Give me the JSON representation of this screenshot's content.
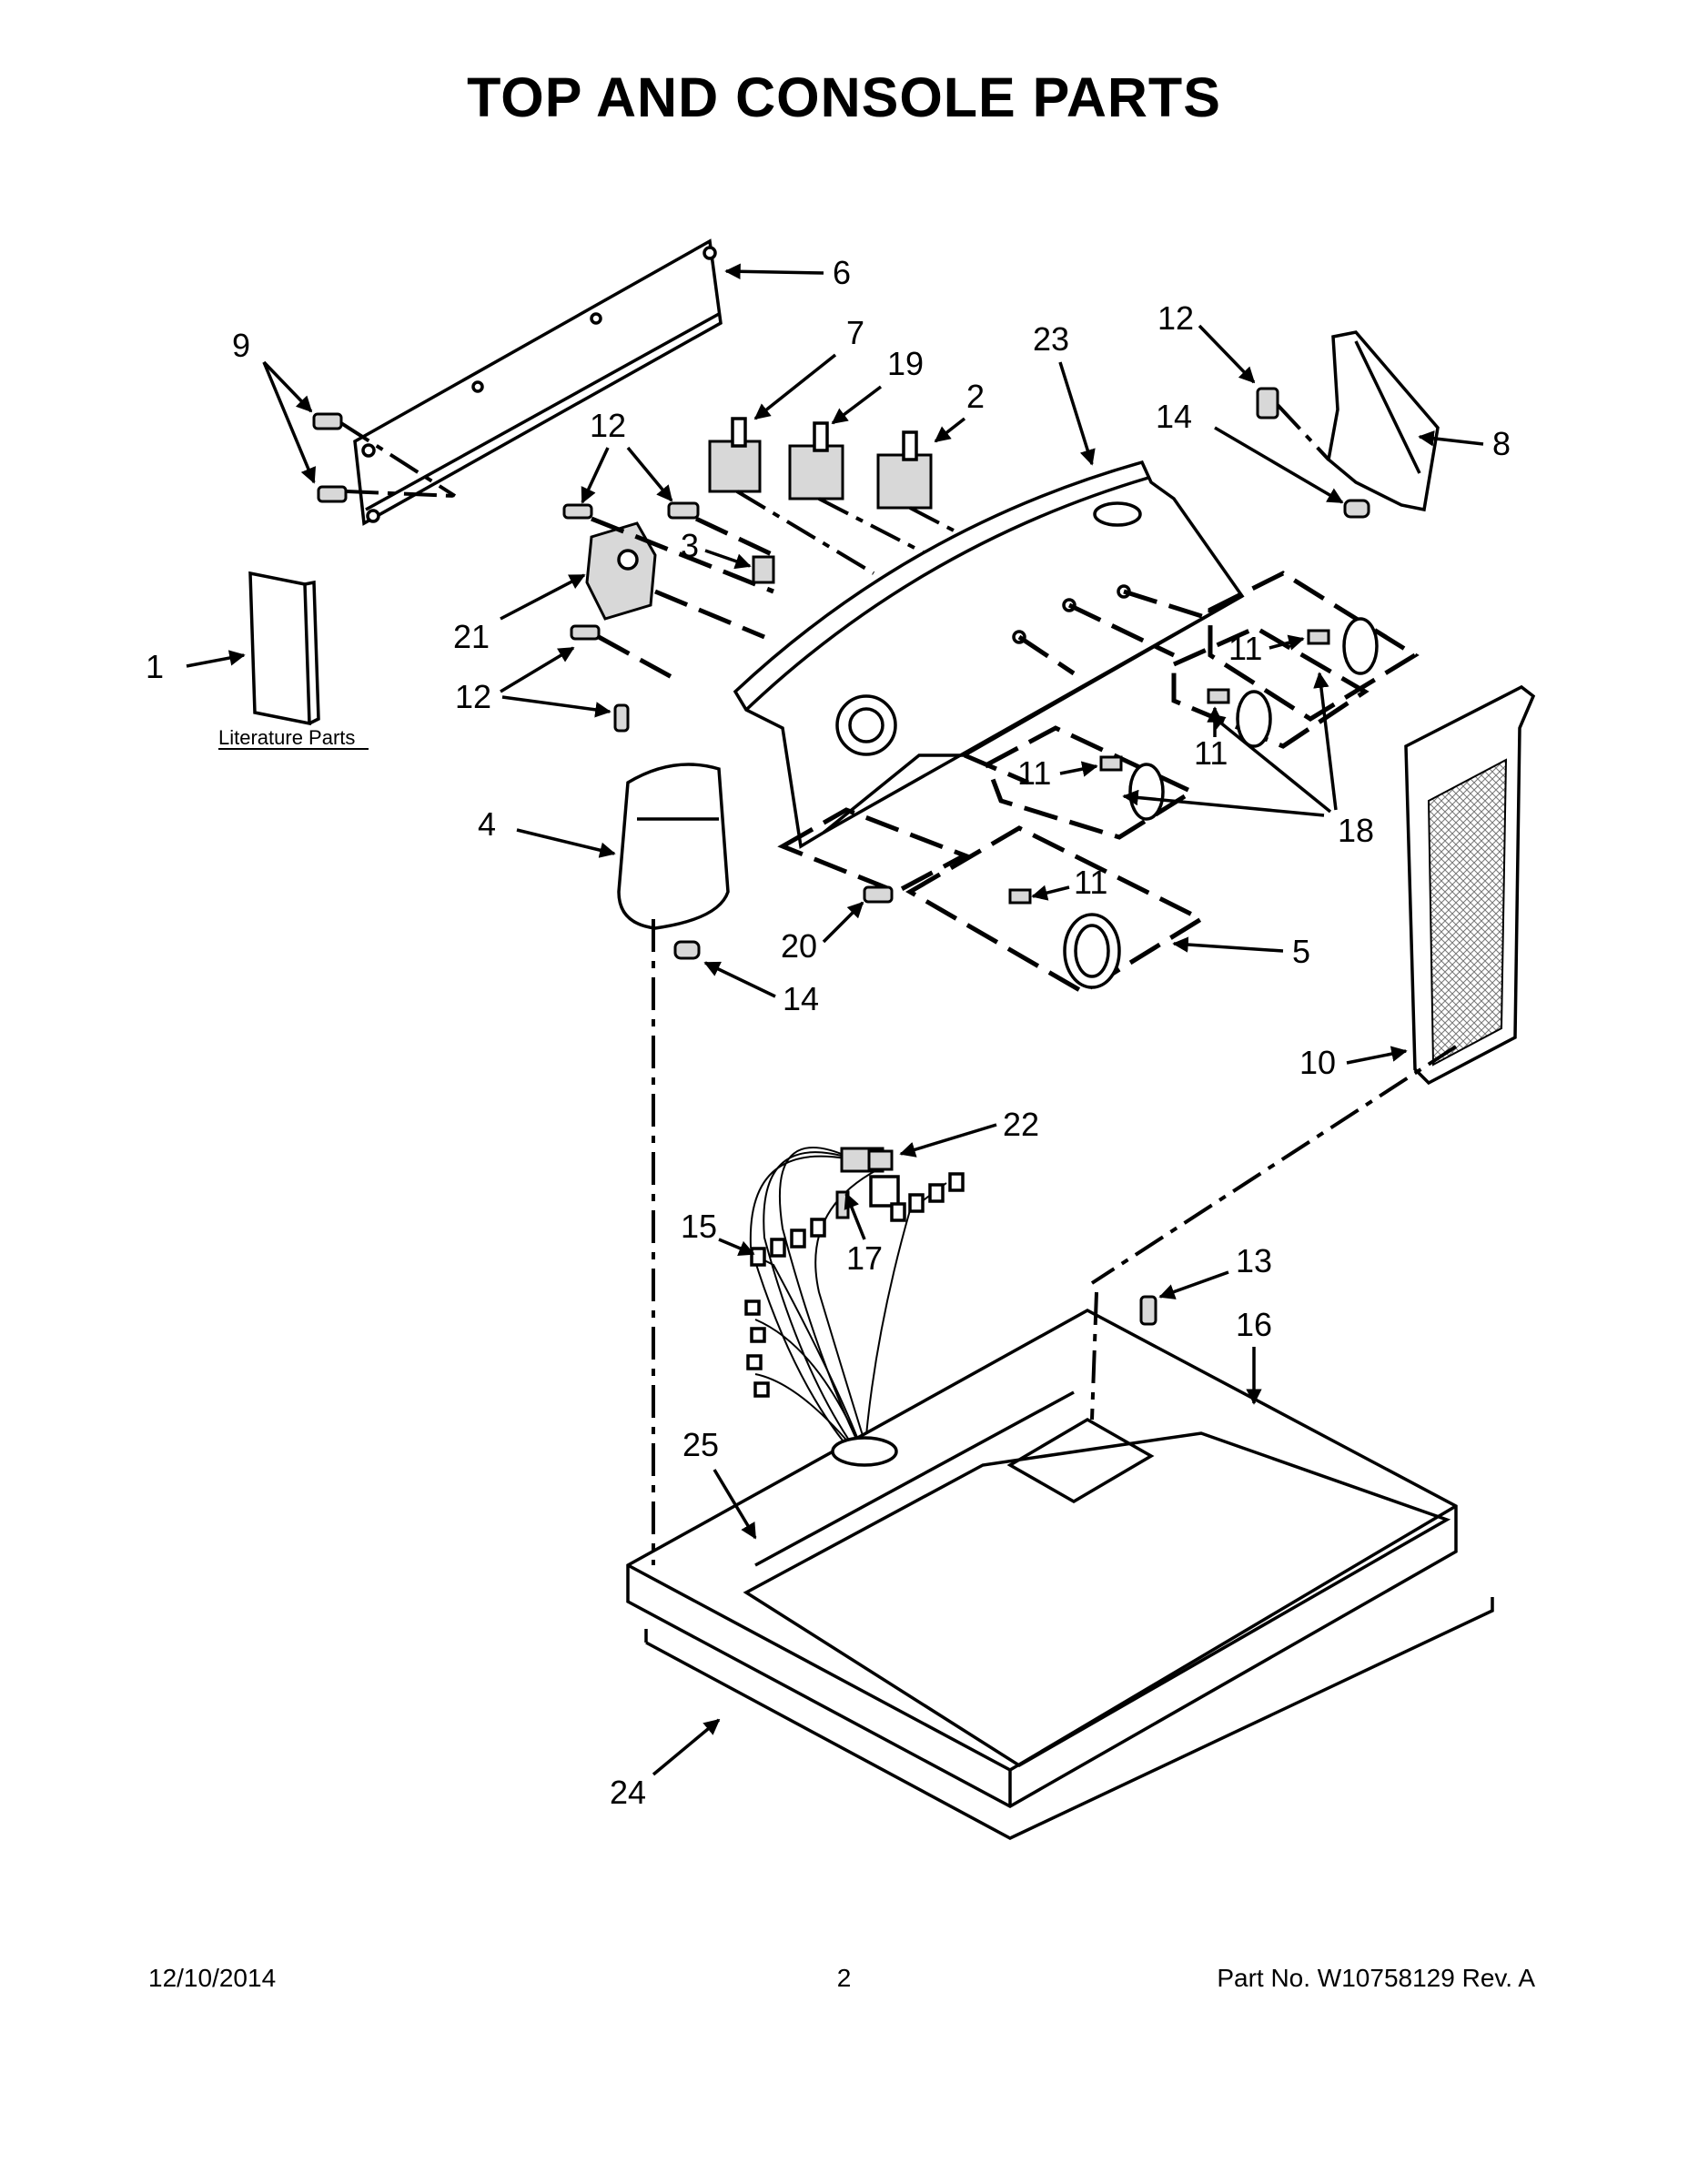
{
  "title": "TOP AND CONSOLE PARTS",
  "callouts": {
    "c1": "1",
    "c2": "2",
    "c3": "3",
    "c4": "4",
    "c5": "5",
    "c6": "6",
    "c7": "7",
    "c8": "8",
    "c9": "9",
    "c10": "10",
    "c11": "11",
    "c12": "12",
    "c13": "13",
    "c14": "14",
    "c15": "15",
    "c16": "16",
    "c17": "17",
    "c18": "18",
    "c19": "19",
    "c20": "20",
    "c21": "21",
    "c22": "22",
    "c23": "23",
    "c24": "24",
    "c25": "25"
  },
  "literature_label": "Literature Parts",
  "footer": {
    "date": "12/10/2014",
    "page": "2",
    "part": "Part No.  W10758129  Rev.  A"
  }
}
